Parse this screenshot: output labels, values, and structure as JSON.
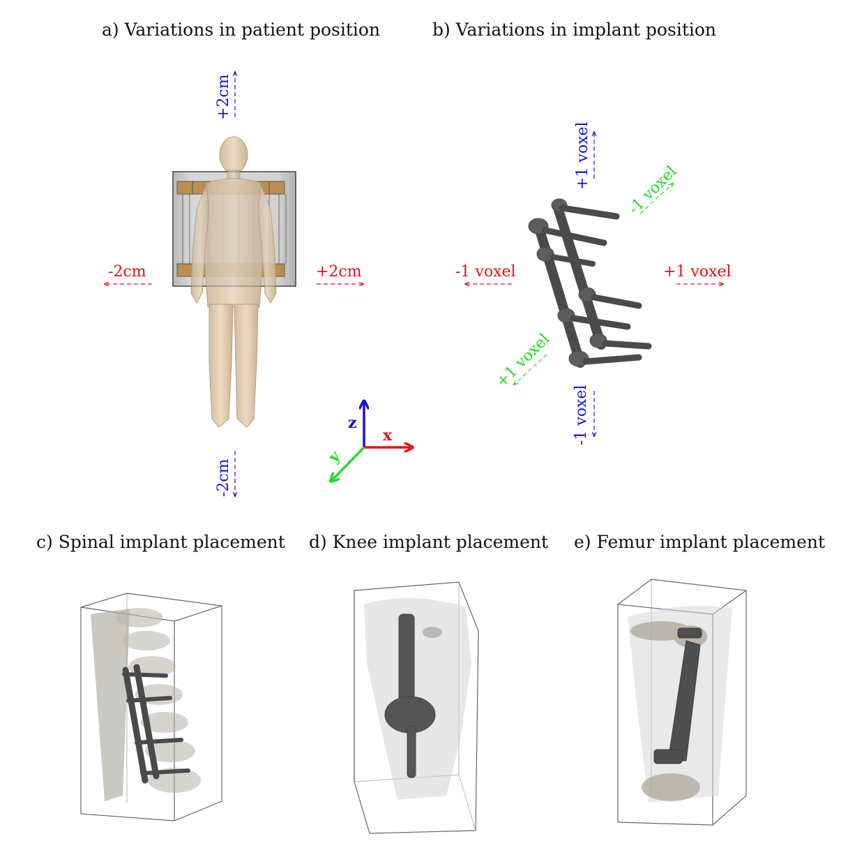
{
  "panels": {
    "a": {
      "title": "a) Variations in patient position"
    },
    "b": {
      "title": "b) Variations in implant position"
    },
    "c": {
      "title": "c) Spinal implant placement"
    },
    "d": {
      "title": "d) Knee implant placement"
    },
    "e": {
      "title": "e) Femur implant placement"
    }
  },
  "patient_offsets": {
    "up": "+2cm",
    "down": "-2cm",
    "left": "-2cm",
    "right": "+2cm"
  },
  "implant_offsets": {
    "up": "+1 voxel",
    "down": "-1 voxel",
    "left": "-1 voxel",
    "right": "+1 voxel",
    "back": "-1 voxel",
    "front": "+1 voxel"
  },
  "axes": {
    "x": "x",
    "y": "y",
    "z": "z"
  },
  "colors": {
    "x": "#e8101a",
    "y": "#22dd22",
    "z": "#1414d4",
    "implant": "#5a5a5a",
    "body": "#d9c3a3",
    "gantry": "#b87a2a"
  }
}
